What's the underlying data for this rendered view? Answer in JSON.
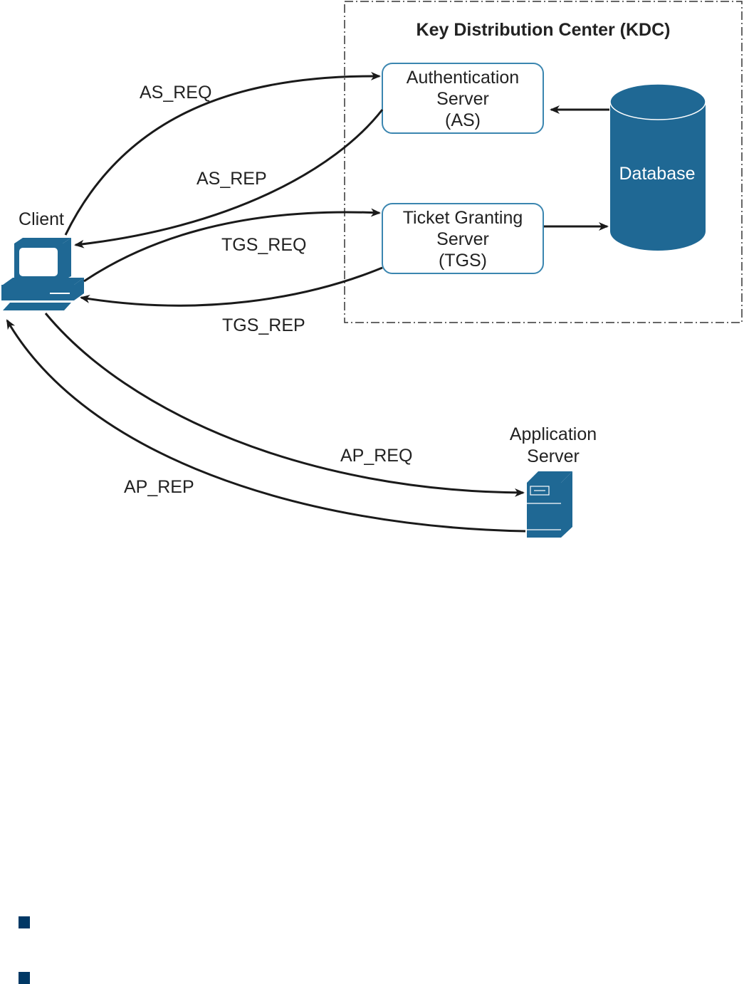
{
  "diagram": {
    "kdc_title": "Key Distribution Center (KDC)",
    "nodes": {
      "as": [
        "Authentication",
        "Server",
        "(AS)"
      ],
      "tgs": [
        "Ticket Granting",
        "Server",
        "(TGS)"
      ],
      "database": "Database",
      "client": "Client",
      "app_server": [
        "Application",
        "Server"
      ]
    },
    "messages": {
      "as_req": "AS_REQ",
      "as_rep": "AS_REP",
      "tgs_req": "TGS_REQ",
      "tgs_rep": "TGS_REP",
      "ap_req": "AP_REQ",
      "ap_rep": "AP_REP"
    },
    "colors": {
      "icon_blue": "#1f6894",
      "box_border": "#3b86b0",
      "bullet": "#003865",
      "line": "#1a1a1a"
    }
  },
  "bullets": [
    {
      "text": ""
    },
    {
      "text": ""
    }
  ]
}
